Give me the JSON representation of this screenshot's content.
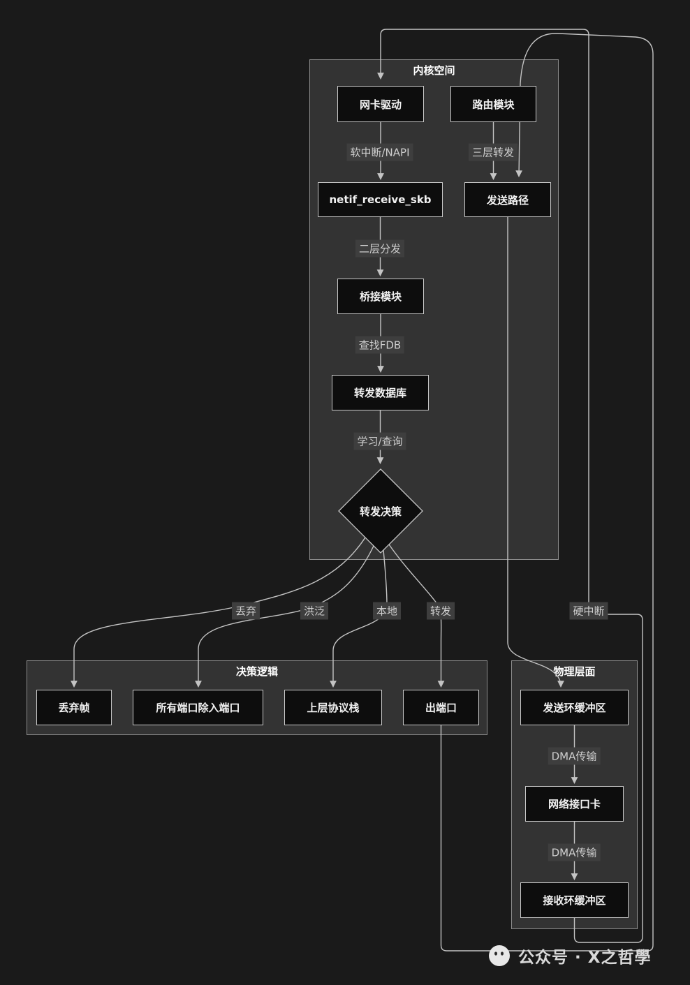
{
  "panels": {
    "kernel": {
      "title": "内核空间"
    },
    "decision": {
      "title": "决策逻辑"
    },
    "physical": {
      "title": "物理层面"
    }
  },
  "nodes": {
    "nic_driver": "网卡驱动",
    "routing": "路由模块",
    "netif": "netif_receive_skb",
    "send_path": "发送路径",
    "bridge": "桥接模块",
    "fdb": "转发数据库",
    "decision": "转发决策",
    "drop": "丢弃帧",
    "flood": "所有端口除入端口",
    "local_stack": "上层协议栈",
    "egress": "出端口",
    "tx_ring": "发送环缓冲区",
    "nic_card": "网络接口卡",
    "rx_ring": "接收环缓冲区"
  },
  "edge_labels": {
    "softirq": "软中断/NAPI",
    "l3_forward": "三层转发",
    "l2_dispatch": "二层分发",
    "fdb_lookup": "查找FDB",
    "learn_query": "学习/查询",
    "drop": "丢弃",
    "flood": "洪泛",
    "local": "本地",
    "forward": "转发",
    "hard_irq": "硬中断",
    "dma1": "DMA传输",
    "dma2": "DMA传输"
  },
  "watermark": {
    "text": "公众号 · X之哲學"
  },
  "colors": {
    "background": "#1a1a1a",
    "panel": "#333333",
    "panel_border": "#8d8d8d",
    "node_fill": "#0d0d0d",
    "node_border": "#c9c9c9",
    "node_text": "#f2f2f2",
    "edge": "#c4c4c4",
    "chip_bg": "#3e3e3e",
    "chip_text": "#cfcfcf",
    "title_text": "#ffffff",
    "watermark_text": "#d9d9d9"
  }
}
